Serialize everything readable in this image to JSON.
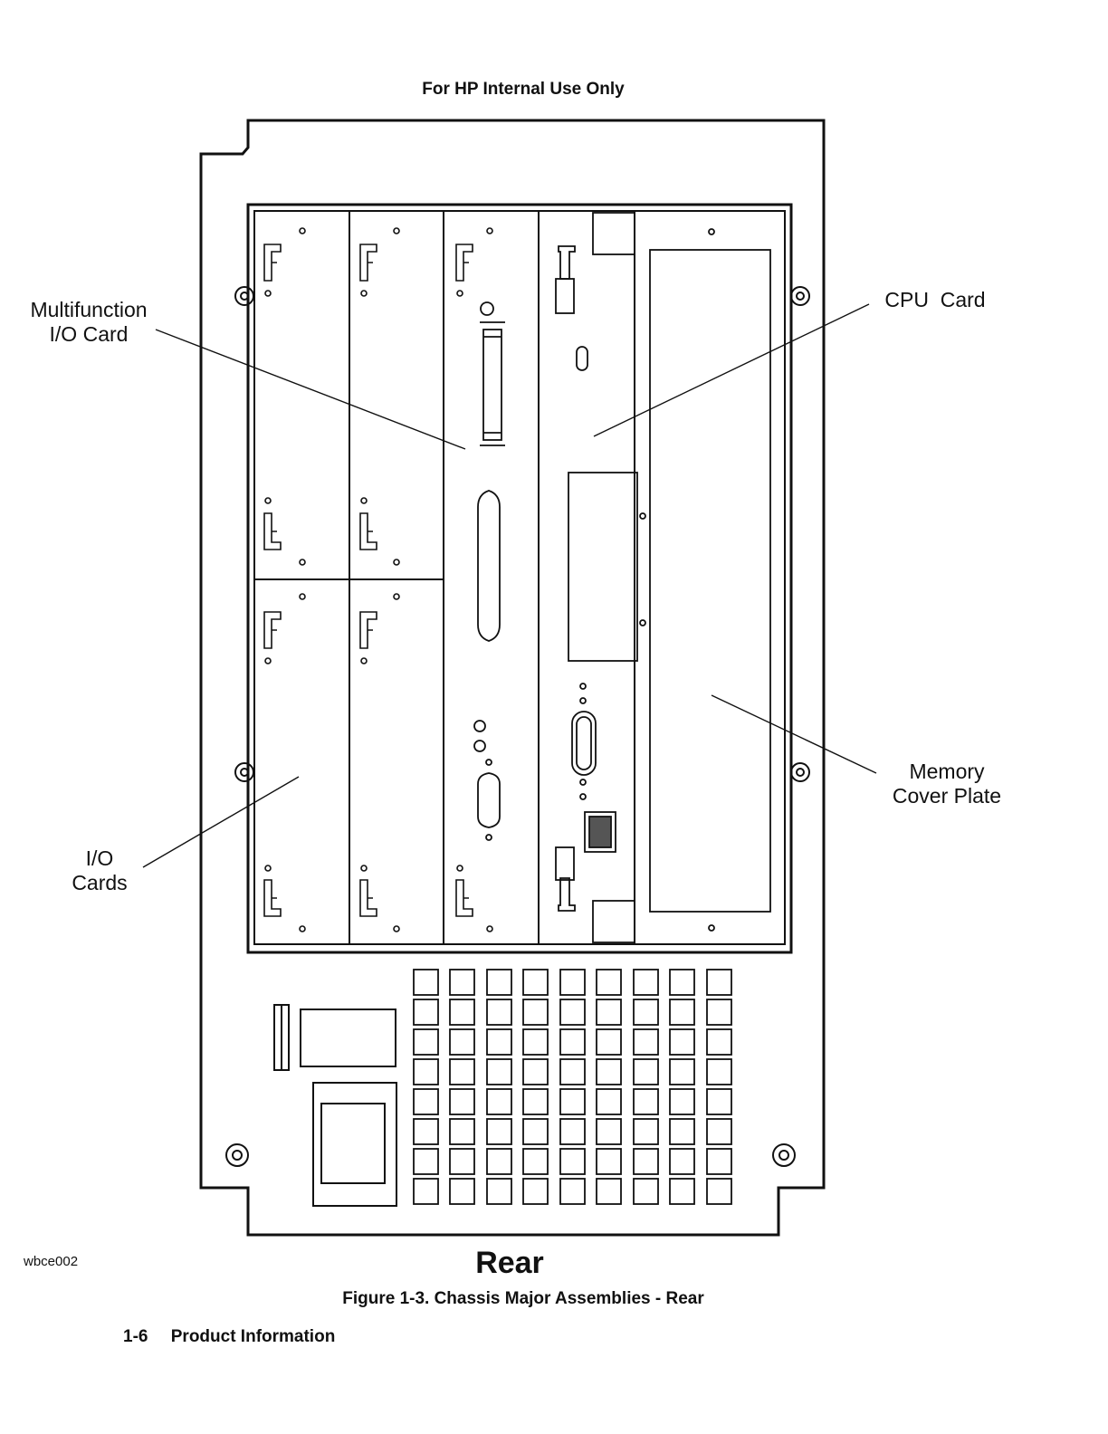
{
  "header": "For HP Internal Use Only",
  "callouts": {
    "multifunction": [
      "Multifunction",
      "I/O Card"
    ],
    "cpu": "CPU  Card",
    "memory": [
      "Memory",
      "Cover Plate"
    ],
    "io": [
      "I/O",
      "Cards"
    ]
  },
  "figure_id": "wbce002",
  "view_label": "Rear",
  "caption": "Figure 1-3. Chassis Major Assemblies - Rear",
  "footer": {
    "page_number": "1-6",
    "section": "Product Information"
  }
}
